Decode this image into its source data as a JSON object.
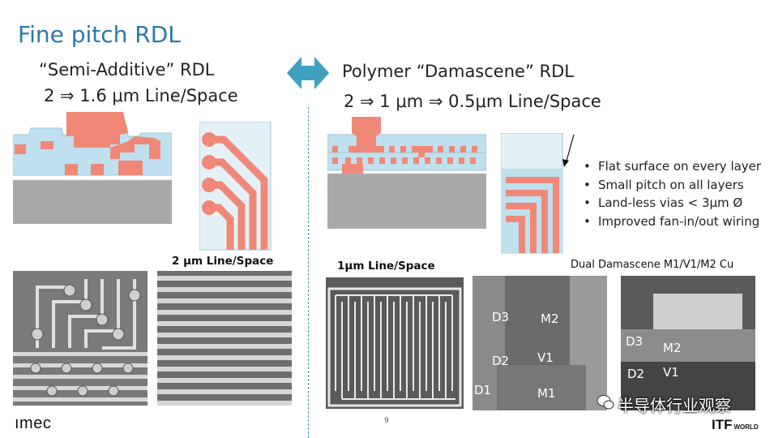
{
  "title": "Fine pitch RDL",
  "left": {
    "heading": "“Semi-Additive” RDL",
    "spec": "2 ⇒ 1.6 μm Line/Space",
    "sem_caption": "2 μm Line/Space"
  },
  "right": {
    "heading": "Polymer  “Damascene” RDL",
    "spec": "2 ⇒ 1 μm ⇒ 0.5μm Line/Space",
    "sem_caption": "1μm Line/Space",
    "dual_caption": "Dual Damascene M1/V1/M2 Cu",
    "bullets": [
      "Flat surface on every layer",
      "Small pitch on all layers",
      "Land-less vias < 3μm Ø",
      "Improved fan-in/out wiring"
    ],
    "sem_labels_a": [
      "D3",
      "M2",
      "D2",
      "V1",
      "D1",
      "M1"
    ],
    "sem_labels_b": [
      "D3",
      "M2",
      "D2",
      "V1"
    ]
  },
  "footer": {
    "left_logo": "ımec",
    "right_logo": "ITF",
    "right_logo_small": "WORLD",
    "watermark": "半导体行业观察",
    "page_mark": "9"
  },
  "colors": {
    "title": "#2a79a8",
    "copper": "#f08878",
    "dielectric": "#bfe0ee",
    "substrate": "#a8a8a8",
    "arrow": "#3fa0bf"
  }
}
